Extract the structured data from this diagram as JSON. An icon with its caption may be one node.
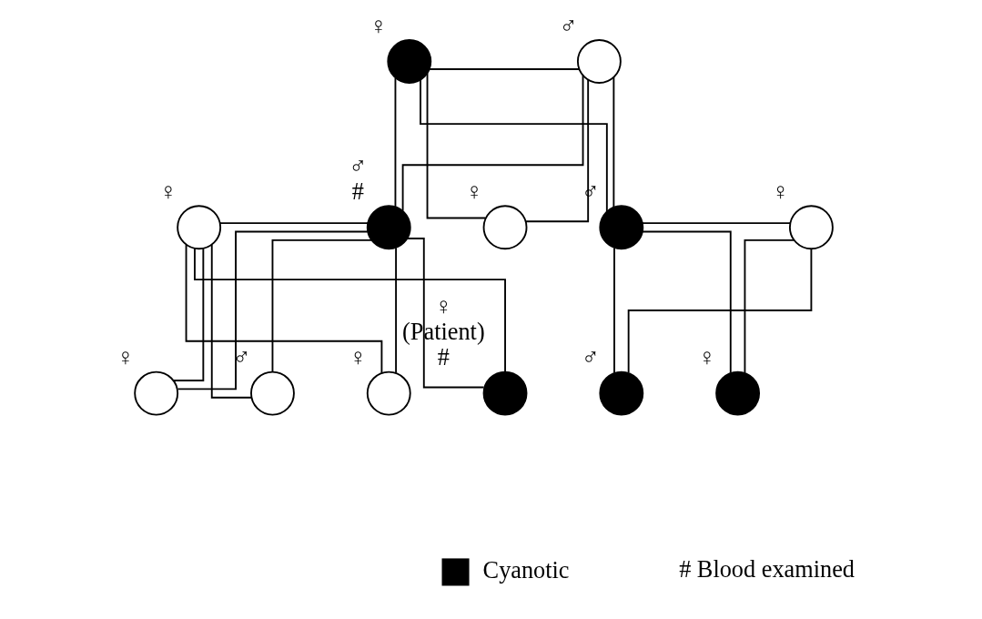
{
  "diagram": {
    "nodes": [
      {
        "text": [],
        "shape": "circle",
        "beside": [
          "♀"
        ]
      },
      {
        "text": [],
        "shape": "circle",
        "beside": [
          "♂"
        ]
      },
      {
        "text": [],
        "shape": "circle",
        "beside": [
          "♀"
        ]
      },
      {
        "text": [],
        "shape": "circle",
        "beside": [
          "♂",
          "#"
        ]
      },
      {
        "text": [],
        "shape": "circle",
        "beside": [
          "♀"
        ]
      },
      {
        "text": [],
        "shape": "circle",
        "beside": [
          "♂"
        ]
      },
      {
        "text": [],
        "shape": "circle",
        "beside": [
          "♀"
        ]
      },
      {
        "text": [],
        "shape": "circle",
        "beside": [
          "♀"
        ]
      },
      {
        "text": [],
        "shape": "circle",
        "beside": [
          "♂"
        ]
      },
      {
        "text": [],
        "shape": "circle",
        "beside": [
          "♀"
        ]
      },
      {
        "text": [],
        "shape": "circle",
        "beside": [
          "♀",
          "(Patient)",
          "#"
        ]
      },
      {
        "text": [],
        "shape": "circle",
        "beside": [
          "♂"
        ]
      },
      {
        "text": [],
        "shape": "circle",
        "beside": [
          "♀"
        ]
      }
    ],
    "edges": [
      {
        "from": 0,
        "to": 1,
        "arrow": "none"
      },
      {
        "from": 0,
        "to": 3,
        "arrow": "none"
      },
      {
        "from": 1,
        "to": 3,
        "arrow": "none"
      },
      {
        "from": 0,
        "to": 4,
        "arrow": "none"
      },
      {
        "from": 1,
        "to": 4,
        "arrow": "none"
      },
      {
        "from": 0,
        "to": 5,
        "arrow": "none"
      },
      {
        "from": 1,
        "to": 5,
        "arrow": "none"
      },
      {
        "from": 2,
        "to": 3,
        "arrow": "none"
      },
      {
        "from": 5,
        "to": 6,
        "arrow": "none"
      },
      {
        "from": 2,
        "to": 7,
        "arrow": "none"
      },
      {
        "from": 3,
        "to": 7,
        "arrow": "none"
      },
      {
        "from": 2,
        "to": 8,
        "arrow": "none"
      },
      {
        "from": 3,
        "to": 8,
        "arrow": "none"
      },
      {
        "from": 2,
        "to": 9,
        "arrow": "none"
      },
      {
        "from": 3,
        "to": 9,
        "arrow": "none"
      },
      {
        "from": 2,
        "to": 10,
        "arrow": "none"
      },
      {
        "from": 3,
        "to": 10,
        "arrow": "none"
      },
      {
        "from": 5,
        "to": 11,
        "arrow": "none"
      },
      {
        "from": 6,
        "to": 11,
        "arrow": "none"
      },
      {
        "from": 5,
        "to": 12,
        "arrow": "none"
      },
      {
        "from": 6,
        "to": 12,
        "arrow": "none"
      }
    ],
    "legend": [
      {
        "text": "Cyanotic",
        "color": "#000000"
      },
      {
        "text": "# Blood examined"
      }
    ]
  }
}
